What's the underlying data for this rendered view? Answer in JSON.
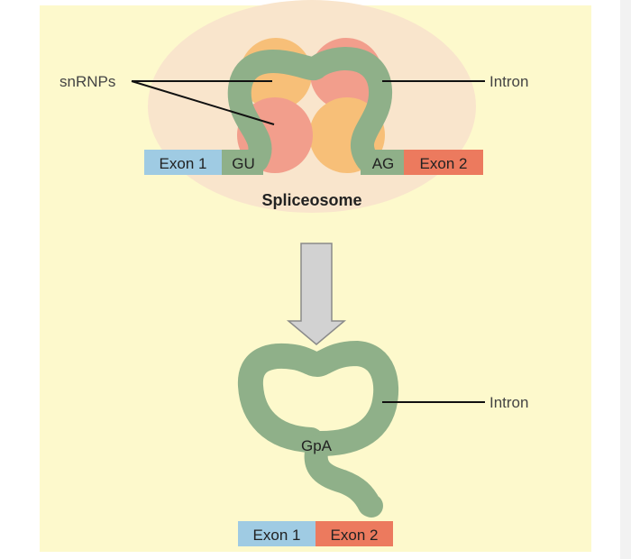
{
  "diagram": {
    "top": {
      "snrnps_label": "snRNPs",
      "intron_label": "Intron",
      "exon1_label": "Exon 1",
      "exon2_label": "Exon 2",
      "gu_label": "GU",
      "ag_label": "AG",
      "spliceosome_label": "Spliceosome"
    },
    "bottom": {
      "intron_label": "Intron",
      "gpa_label": "GpA",
      "exon1_label": "Exon 1",
      "exon2_label": "Exon 2"
    },
    "colors": {
      "background": "#fdf9cc",
      "spliceosome_oval": "#f9e5cc",
      "snrnp_orange": "#f7bf78",
      "snrnp_pink": "#f29e8c",
      "rna_green": "#8fb089",
      "exon1_blue": "#9fcbe3",
      "exon2_red": "#ec7a5e",
      "arrow_gray": "#d2d2d2"
    }
  }
}
